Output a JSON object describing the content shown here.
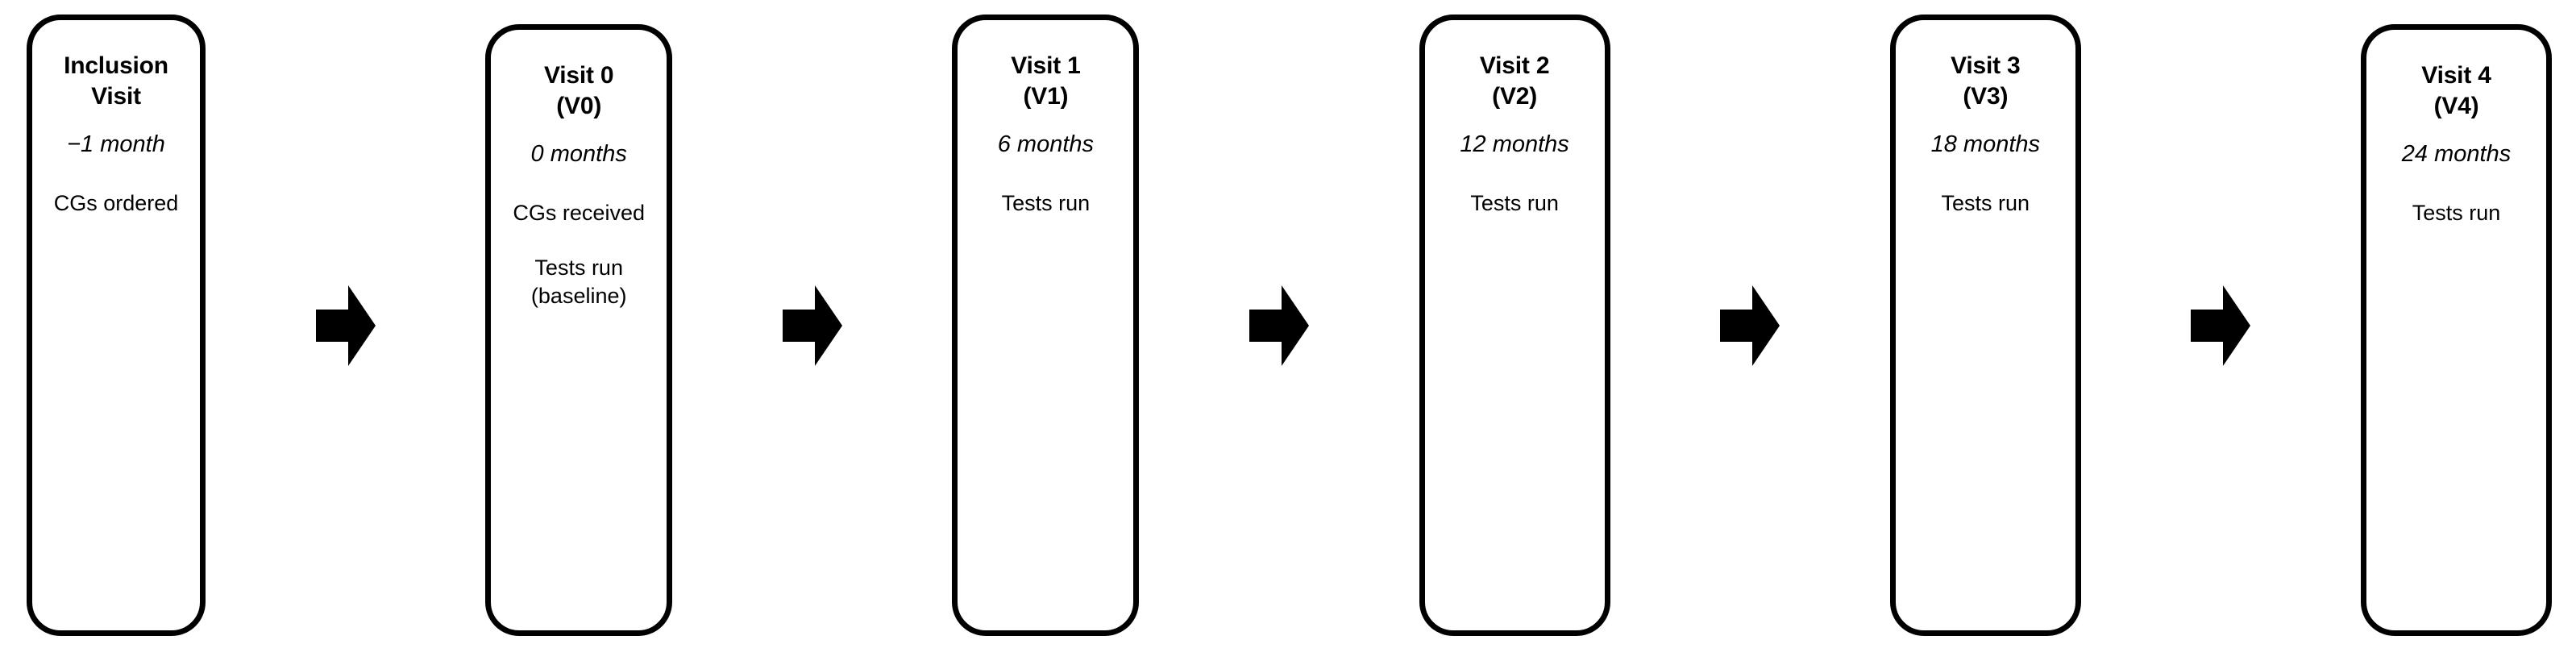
{
  "figure": {
    "kind": "study-visit-timeline-flowchart",
    "orientation": "left-to-right",
    "background_color": "#ffffff",
    "stroke_color": "#000000",
    "arrow_color": "#000000",
    "arrow_count": 5,
    "node_count": 6
  },
  "nodes": [
    {
      "id": "inclusion-visit",
      "title": "Inclusion\nVisit",
      "timepoint": "−1 month",
      "details": [
        "CGs ordered"
      ]
    },
    {
      "id": "visit-0",
      "title": "Visit 0\n(V0)",
      "timepoint": "0 months",
      "details": [
        "CGs received",
        "Tests run\n(baseline)"
      ]
    },
    {
      "id": "visit-1",
      "title": "Visit 1\n(V1)",
      "timepoint": "6 months",
      "details": [
        "Tests run"
      ]
    },
    {
      "id": "visit-2",
      "title": "Visit 2\n(V2)",
      "timepoint": "12 months",
      "details": [
        "Tests run"
      ]
    },
    {
      "id": "visit-3",
      "title": "Visit 3\n(V3)",
      "timepoint": "18 months",
      "details": [
        "Tests run"
      ]
    },
    {
      "id": "visit-4",
      "title": "Visit 4\n(V4)",
      "timepoint": "24 months",
      "details": [
        "Tests run"
      ]
    }
  ],
  "connectors": [
    {
      "id": "arrow-1",
      "from": "inclusion-visit",
      "to": "visit-0",
      "icon": "right-block-arrow-icon"
    },
    {
      "id": "arrow-2",
      "from": "visit-0",
      "to": "visit-1",
      "icon": "right-block-arrow-icon"
    },
    {
      "id": "arrow-3",
      "from": "visit-1",
      "to": "visit-2",
      "icon": "right-block-arrow-icon"
    },
    {
      "id": "arrow-4",
      "from": "visit-2",
      "to": "visit-3",
      "icon": "right-block-arrow-icon"
    },
    {
      "id": "arrow-5",
      "from": "visit-3",
      "to": "visit-4",
      "icon": "right-block-arrow-icon"
    }
  ]
}
